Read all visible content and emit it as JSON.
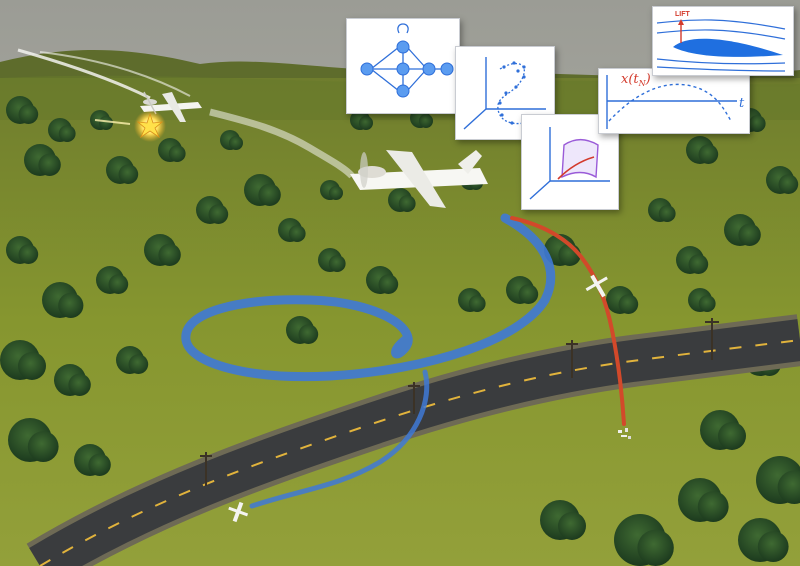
{
  "insets": {
    "graph": {
      "icon": "state-graph-icon"
    },
    "manifold": {
      "icon": "trajectory-manifold-icon"
    },
    "surface": {
      "icon": "surface-patch-icon"
    },
    "trajectory": {
      "icon": "time-trajectory-icon",
      "state_label": "x(t",
      "state_subscript": "N",
      "state_close": ")",
      "time_label": "t"
    },
    "airfoil": {
      "icon": "airfoil-streamline-icon",
      "lift_label": "LIFT"
    }
  },
  "colors": {
    "sky": "#a9aaa2",
    "grass": "#7a8a33",
    "road": "#3b3d3f",
    "road_line": "#e0b23a",
    "loop_path": "#3f79d6",
    "failure_path": "#d2492a",
    "inset_blue": "#2f6fd9",
    "inset_red": "#d33a2c"
  },
  "scene": {
    "elements": [
      "drone-icon",
      "drone-icon",
      "drone-icon",
      "explosion-icon",
      "glider-icon",
      "crash-debris-icon",
      "tree-icon",
      "power-pole-icon",
      "road"
    ]
  }
}
